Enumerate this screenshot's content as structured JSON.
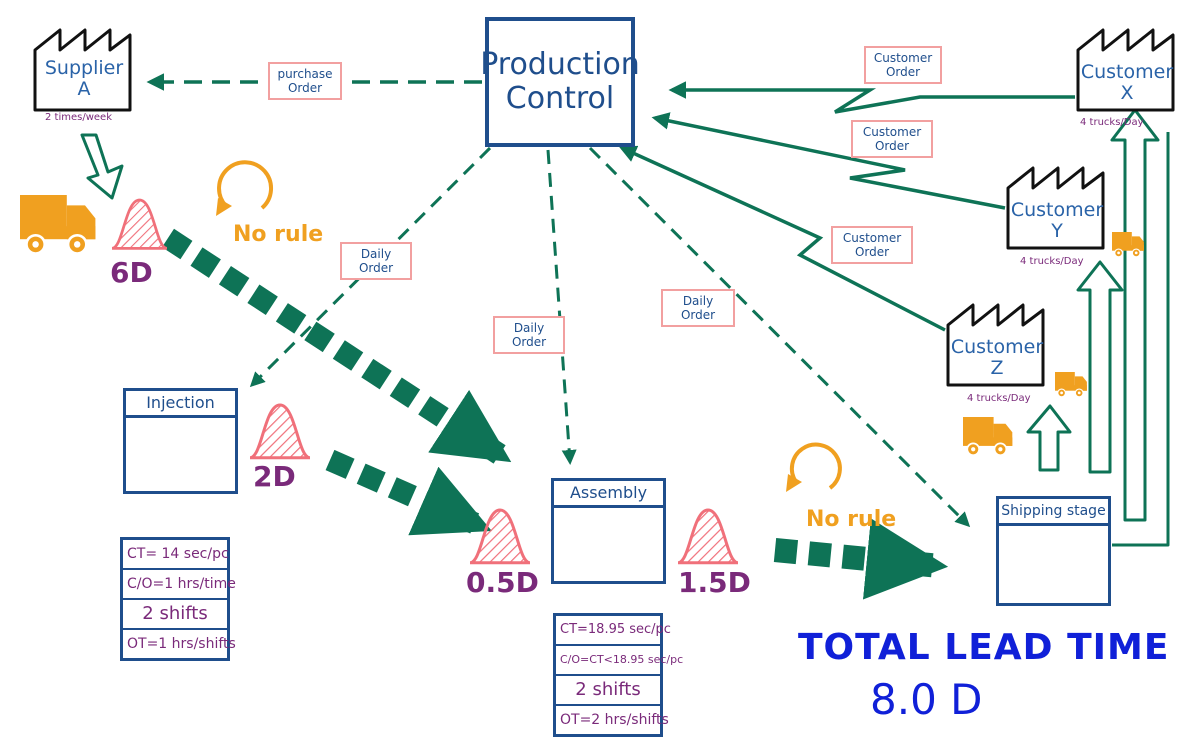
{
  "production_control": {
    "line1": "Production",
    "line2": "Control"
  },
  "supplier": {
    "label": "Supplier",
    "sub": "A",
    "frequency": "2 times/week"
  },
  "customers": [
    {
      "label": "Customer",
      "sub": "X",
      "frequency": "4 trucks/Day"
    },
    {
      "label": "Customer",
      "sub": "Y",
      "frequency": "4 trucks/Day"
    },
    {
      "label": "Customer",
      "sub": "Z",
      "frequency": "4 trucks/Day"
    }
  ],
  "notes": {
    "purchase_order": "purchase Order",
    "customer_order_x": "Customer Order",
    "customer_order_y": "Customer Order",
    "customer_order_z": "Customer Order",
    "daily_order_injection": "Daily Order",
    "daily_order_assembly": "Daily Order",
    "daily_order_shipping": "Daily Order"
  },
  "processes": {
    "injection": "Injection",
    "assembly": "Assembly",
    "shipping": "Shipping stage"
  },
  "inventory": {
    "supplier_to_injection": "6D",
    "after_injection": "2D",
    "before_assembly": "0.5D",
    "after_assembly": "1.5D"
  },
  "no_rule": {
    "top": "No rule",
    "bottom": "No rule"
  },
  "injection_data": [
    "CT= 14 sec/pc",
    "C/O=1 hrs/time",
    "2 shifts",
    "OT=1 hrs/shifts"
  ],
  "assembly_data": [
    "CT=18.95 sec/pc",
    "C/O=CT<18.95 sec/pc",
    "2 shifts",
    "OT=2 hrs/shifts"
  ],
  "total_lead_time": {
    "label": "TOTAL LEAD TIME",
    "value": "8.0 D"
  },
  "colors": {
    "blue": "#1f4e8c",
    "green": "#0e7356",
    "orange": "#f0a020",
    "purple": "#7a2a7a",
    "pink": "#f2a0a0",
    "title_blue": "#1020d8"
  }
}
